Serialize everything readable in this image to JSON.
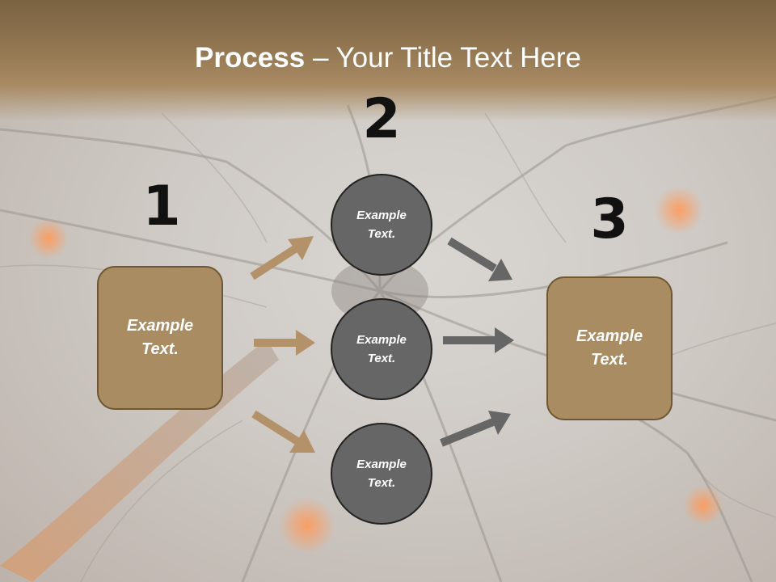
{
  "title": {
    "bold": "Process",
    "rest": " – Your Title Text Here"
  },
  "steps": {
    "one": "1",
    "two": "2",
    "three": "3"
  },
  "left_box": {
    "text": "Example\nText."
  },
  "right_box": {
    "text": "Example\nText."
  },
  "circles": [
    {
      "text": "Example\nText."
    },
    {
      "text": "Example\nText."
    },
    {
      "text": "Example\nText."
    }
  ],
  "colors": {
    "accent": "#a98c62",
    "circle": "#666666",
    "arrow_tan": "#b3926a",
    "arrow_gray": "#666666"
  }
}
